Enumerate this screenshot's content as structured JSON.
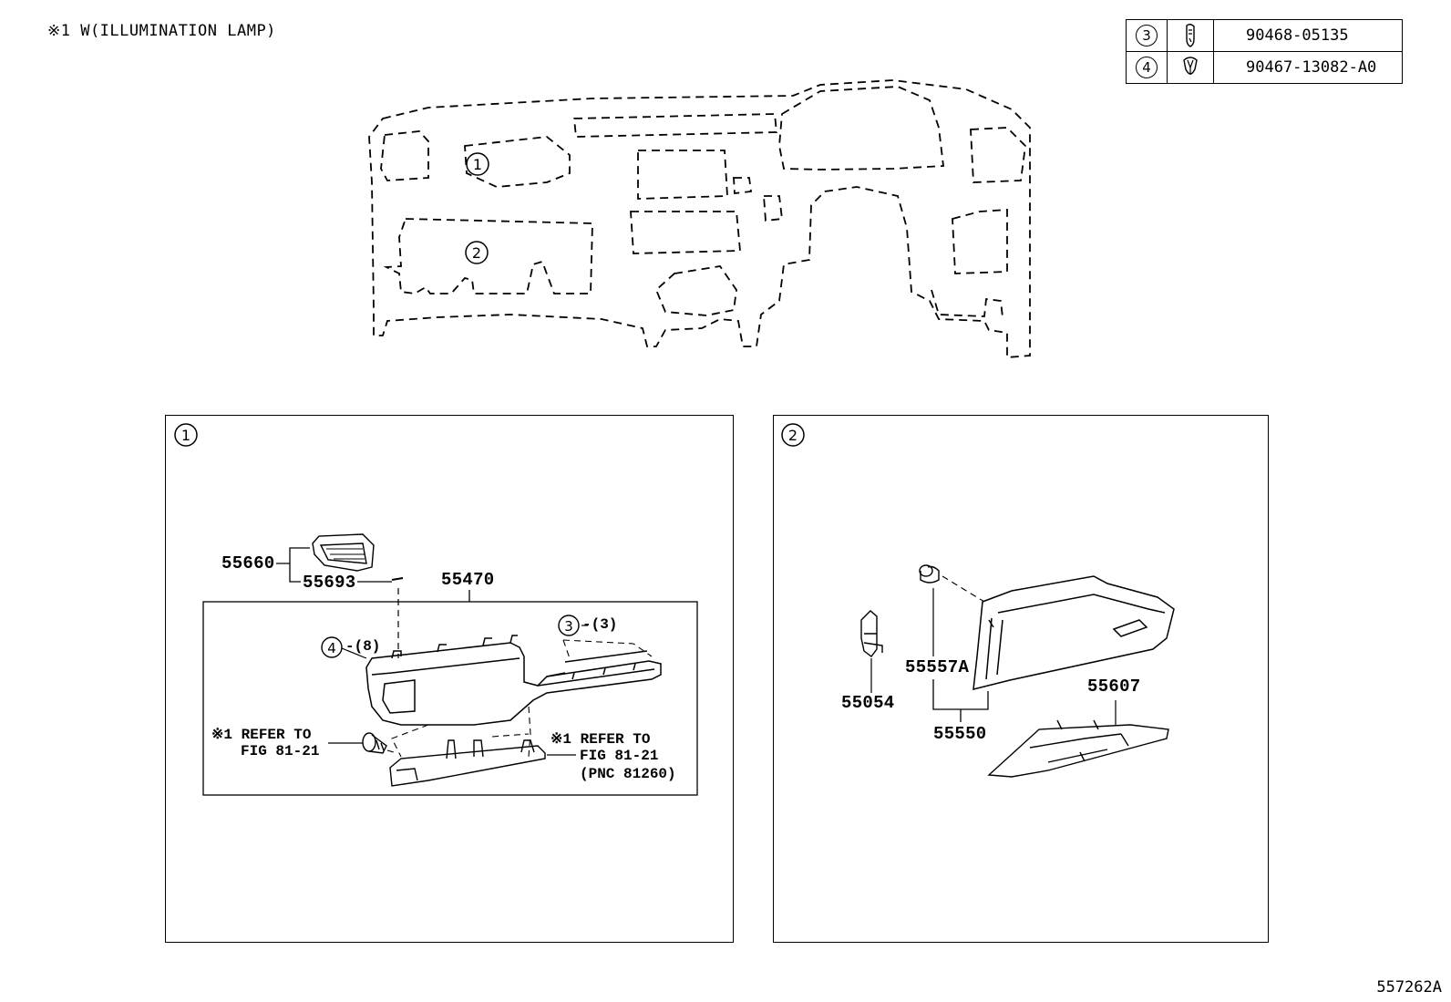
{
  "header_note": "※1 W(ILLUMINATION LAMP)",
  "figure_id": "557262A",
  "legend": [
    {
      "ref": "3",
      "icon": "clip-icon",
      "part_no": "90468-05135"
    },
    {
      "ref": "4",
      "icon": "clip-icon",
      "part_no": "90467-13082-A0"
    }
  ],
  "overview": {
    "area1": "1",
    "area2": "2"
  },
  "panel1": {
    "ref": "1",
    "parts": {
      "p55660": "55660",
      "p55693": "55693",
      "p55470": "55470",
      "ref3": "3",
      "ref3_qty": "-(3)",
      "ref4": "4",
      "ref4_qty": "-(8)",
      "refer_left_1": "※1 REFER TO",
      "refer_left_2": "FIG 81-21",
      "refer_right_1": "※1 REFER TO",
      "refer_right_2": "FIG 81-21",
      "refer_right_3": "(PNC 81260)"
    }
  },
  "panel2": {
    "ref": "2",
    "parts": {
      "p55557A": "55557A",
      "p55054": "55054",
      "p55607": "55607",
      "p55550": "55550"
    }
  }
}
